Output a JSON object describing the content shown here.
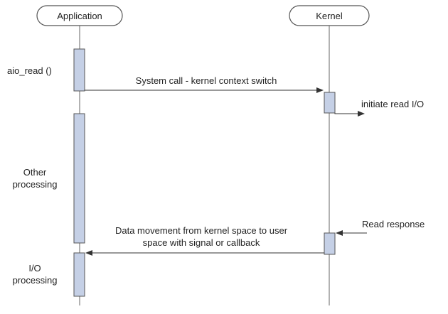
{
  "participants": {
    "application": "Application",
    "kernel": "Kernel"
  },
  "labels": {
    "aio_read": "aio_read ()",
    "other_processing_line1": "Other",
    "other_processing_line2": "processing",
    "io_processing_line1": "I/O",
    "io_processing_line2": "processing"
  },
  "messages": {
    "syscall": "System call - kernel context switch",
    "initiate_read": "initiate read I/O",
    "read_response": "Read response",
    "data_movement_line1": "Data movement from kernel space to user",
    "data_movement_line2": "space with signal or callback"
  },
  "colors": {
    "activation_fill": "#c5d0e6",
    "line": "#555555",
    "arrow": "#333333"
  }
}
